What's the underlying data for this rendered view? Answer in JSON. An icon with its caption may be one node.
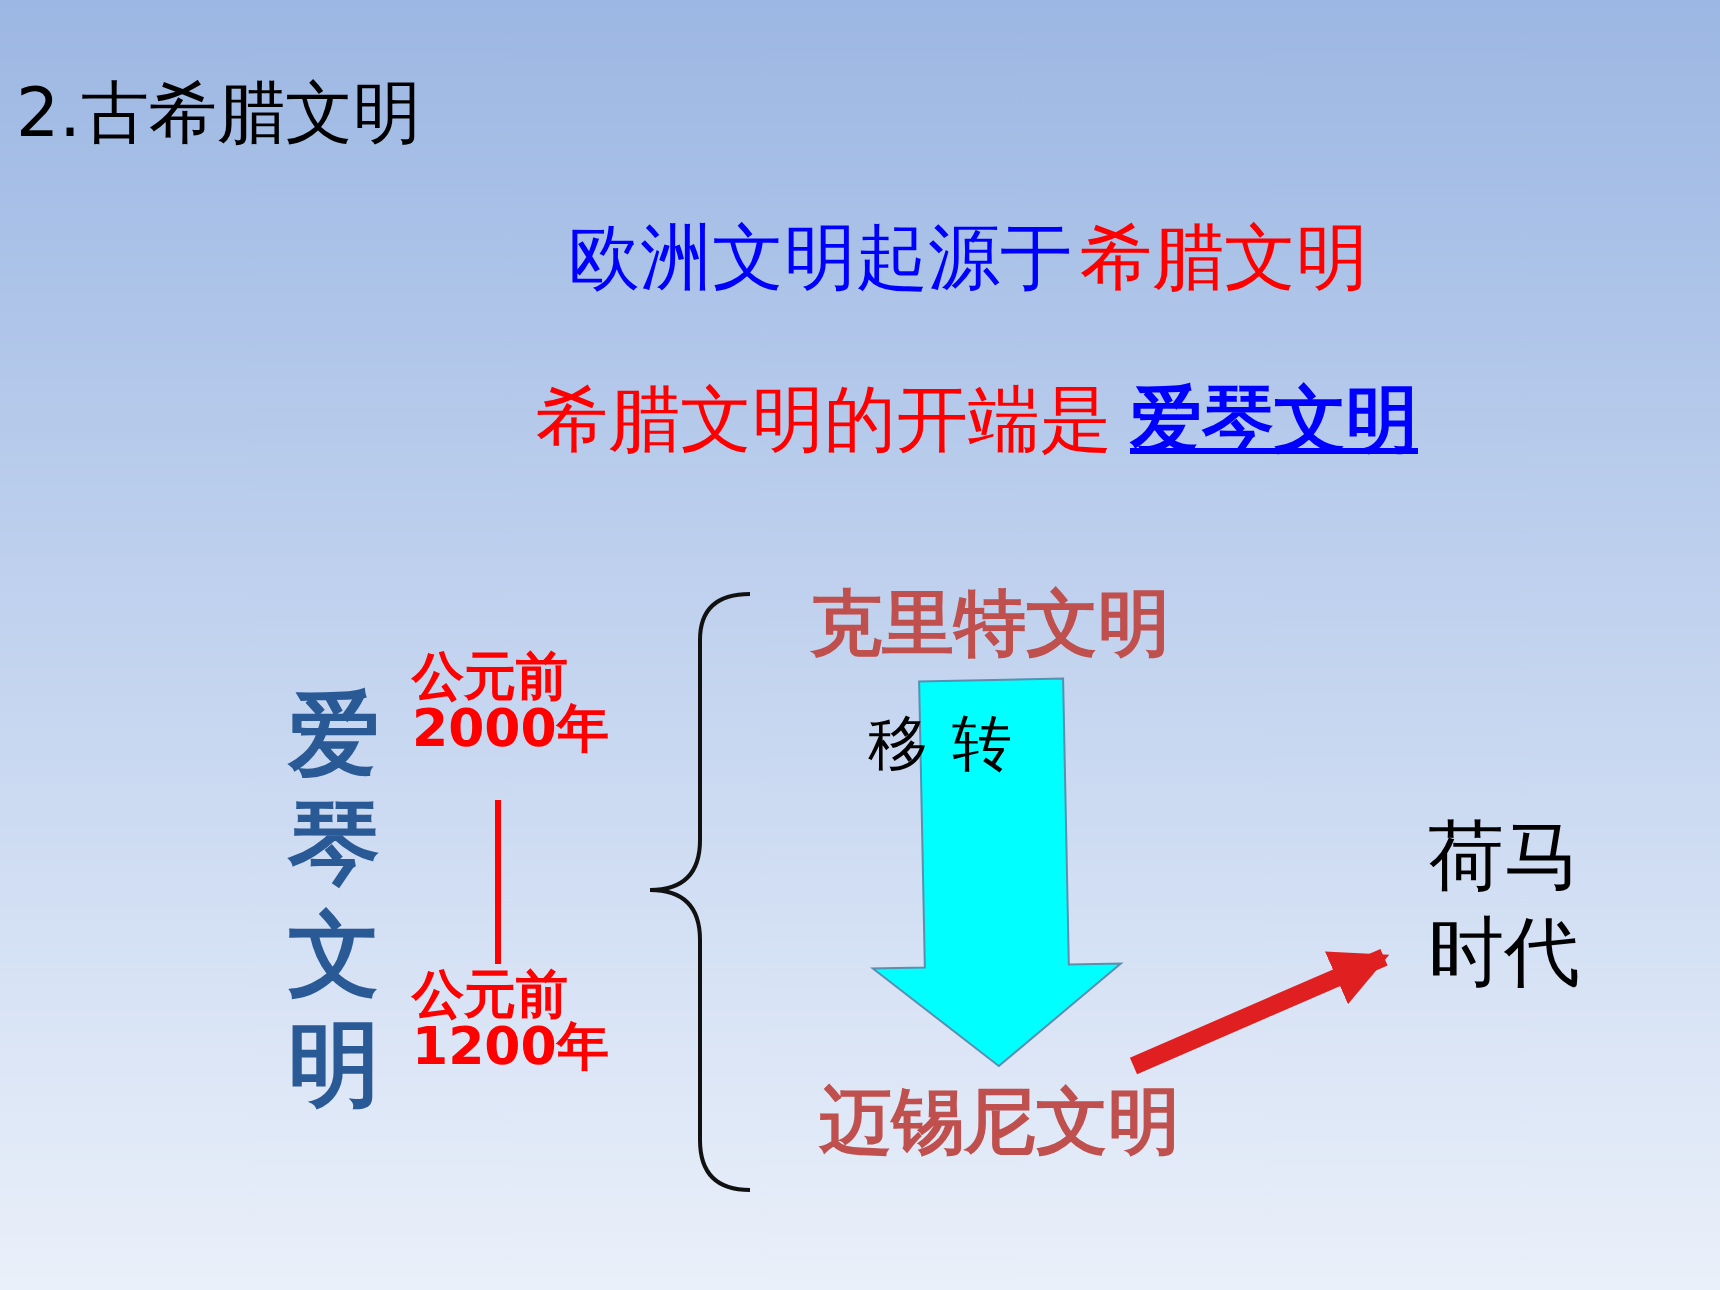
{
  "diagram": {
    "title": "2.古希腊文明",
    "nodes": [
      {
        "text": [
          "爱琴文明"
        ]
      },
      {
        "text": [
          "克里特文明"
        ]
      },
      {
        "text": [
          "迈锡尼文明"
        ]
      },
      {
        "text": [
          "荷马时代"
        ]
      }
    ],
    "edges": [
      {
        "from": 1,
        "to": 2,
        "arrow": "to",
        "label": "移转",
        "style": "thick",
        "color": "#00ffff"
      },
      {
        "from": 2,
        "to": 3,
        "arrow": "to",
        "color": "#e02020"
      }
    ],
    "labels": [
      "欧洲文明起源于",
      "希腊文明",
      "希腊文明的开端是",
      "爱琴文明",
      "公元前2000年",
      "公元前1200年"
    ]
  }
}
